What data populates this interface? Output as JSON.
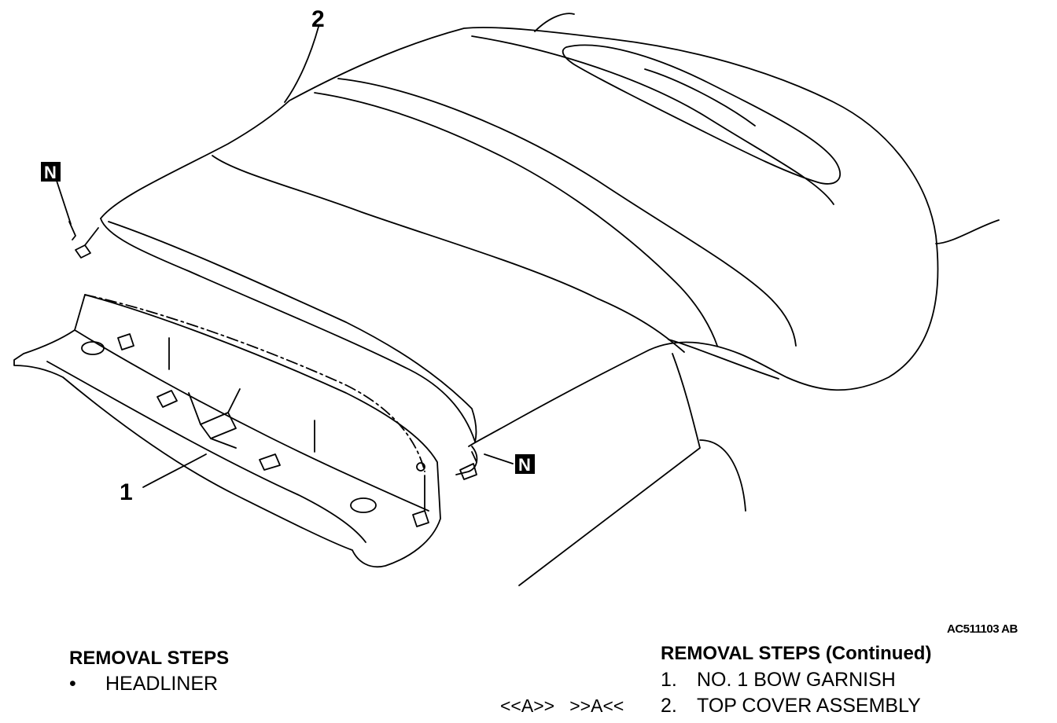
{
  "figure": {
    "callouts": {
      "part1": "1",
      "part2": "2"
    },
    "note_symbol": "N",
    "figure_id": "AC511103 AB"
  },
  "removal_left": {
    "heading": "REMOVAL STEPS",
    "items": [
      {
        "bullet": "•",
        "label": "HEADLINER"
      }
    ]
  },
  "removal_right": {
    "heading": "REMOVAL STEPS (Continued)",
    "items": [
      {
        "number": "1.",
        "label": "NO. 1 BOW GARNISH",
        "marks": ""
      },
      {
        "number": "2.",
        "label": "TOP COVER ASSEMBLY",
        "marks": "<<A>>   >>A<<"
      }
    ]
  }
}
